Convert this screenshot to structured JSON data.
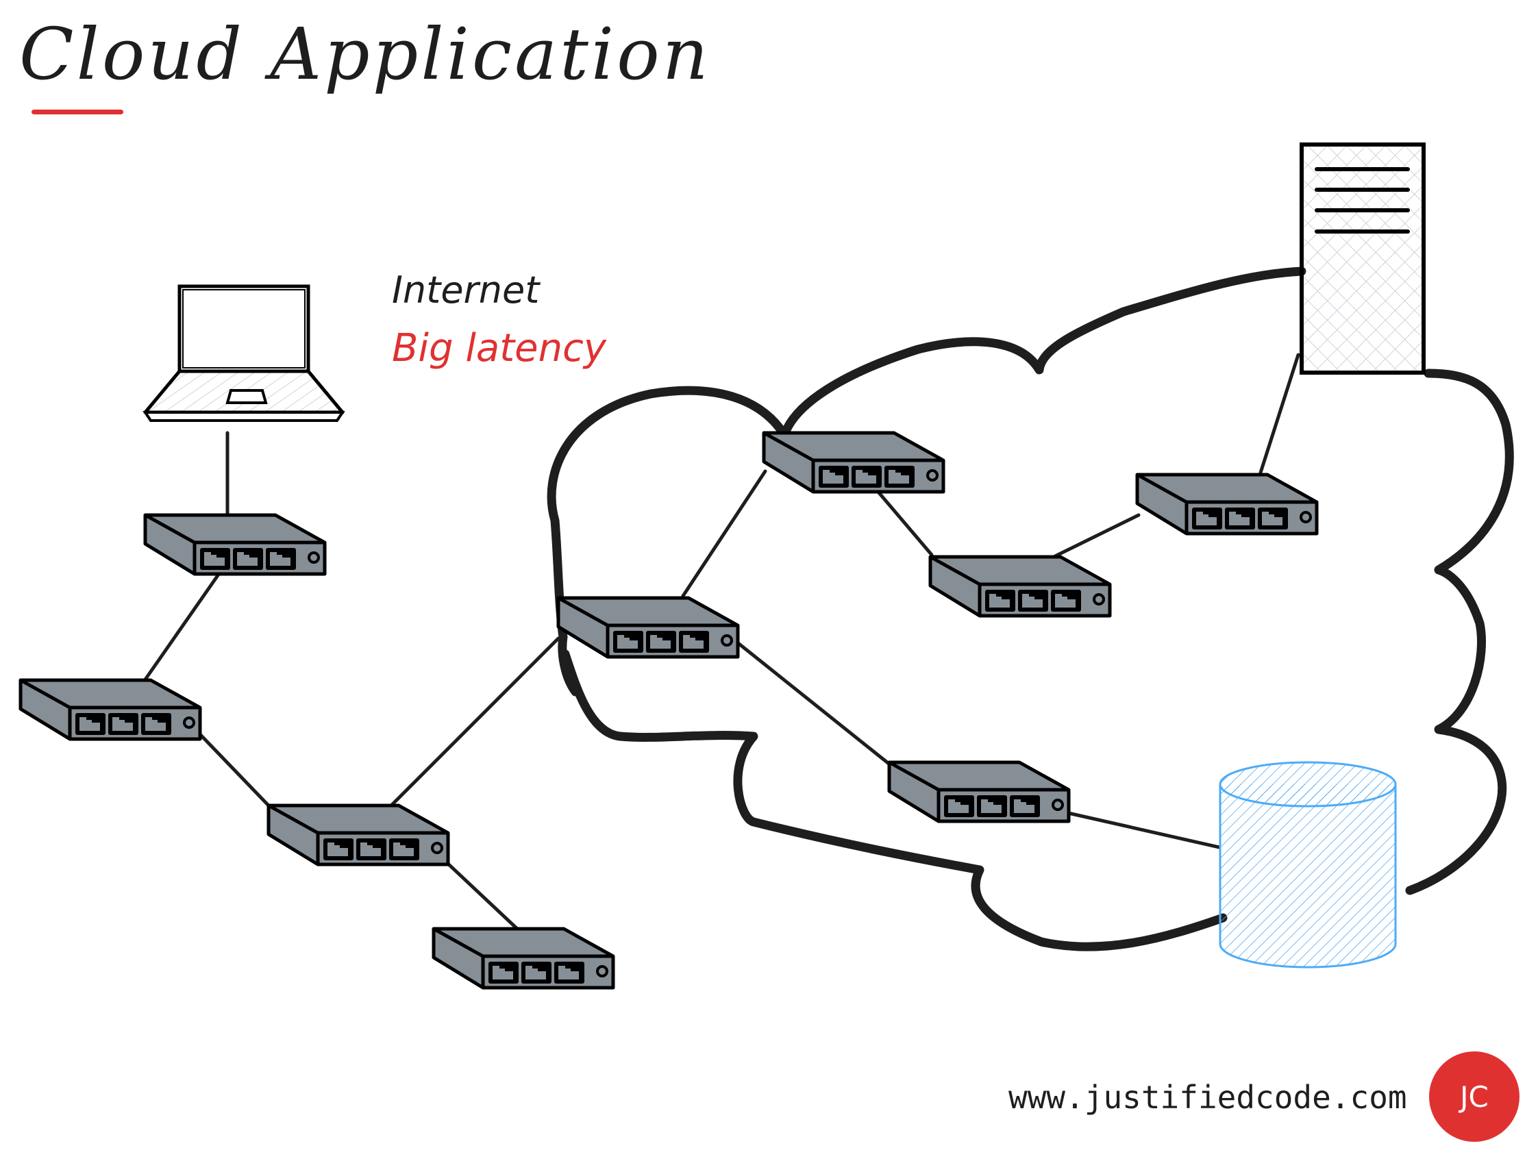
{
  "title": "Cloud Application",
  "labels": {
    "internet": "Internet",
    "latency": "Big latency"
  },
  "footer": {
    "url": "www.justifiedcode.com",
    "logo": "JC"
  },
  "colors": {
    "ink": "#1e1e1e",
    "accent_red": "#e03131",
    "database_blue": "#4dabf7",
    "switch_gray": "#868e96",
    "hatch_gray": "#ced4da"
  },
  "nodes": [
    {
      "id": "laptop",
      "type": "laptop"
    },
    {
      "id": "sw-client",
      "type": "switch"
    },
    {
      "id": "sw-a",
      "type": "switch"
    },
    {
      "id": "sw-b",
      "type": "switch"
    },
    {
      "id": "sw-c",
      "type": "switch"
    },
    {
      "id": "sw-cloud-edge",
      "type": "switch"
    },
    {
      "id": "sw-cloud-top",
      "type": "switch"
    },
    {
      "id": "sw-cloud-mid",
      "type": "switch"
    },
    {
      "id": "sw-cloud-right",
      "type": "switch"
    },
    {
      "id": "sw-cloud-low",
      "type": "switch"
    },
    {
      "id": "server",
      "type": "server"
    },
    {
      "id": "database",
      "type": "database"
    }
  ],
  "edges": [
    [
      "laptop",
      "sw-client"
    ],
    [
      "sw-client",
      "sw-a"
    ],
    [
      "sw-a",
      "sw-b"
    ],
    [
      "sw-b",
      "sw-c"
    ],
    [
      "sw-b",
      "sw-cloud-edge"
    ],
    [
      "sw-cloud-edge",
      "sw-cloud-top"
    ],
    [
      "sw-cloud-top",
      "sw-cloud-mid"
    ],
    [
      "sw-cloud-mid",
      "sw-cloud-right"
    ],
    [
      "sw-cloud-right",
      "server"
    ],
    [
      "sw-cloud-edge",
      "sw-cloud-low"
    ],
    [
      "sw-cloud-low",
      "database"
    ]
  ]
}
